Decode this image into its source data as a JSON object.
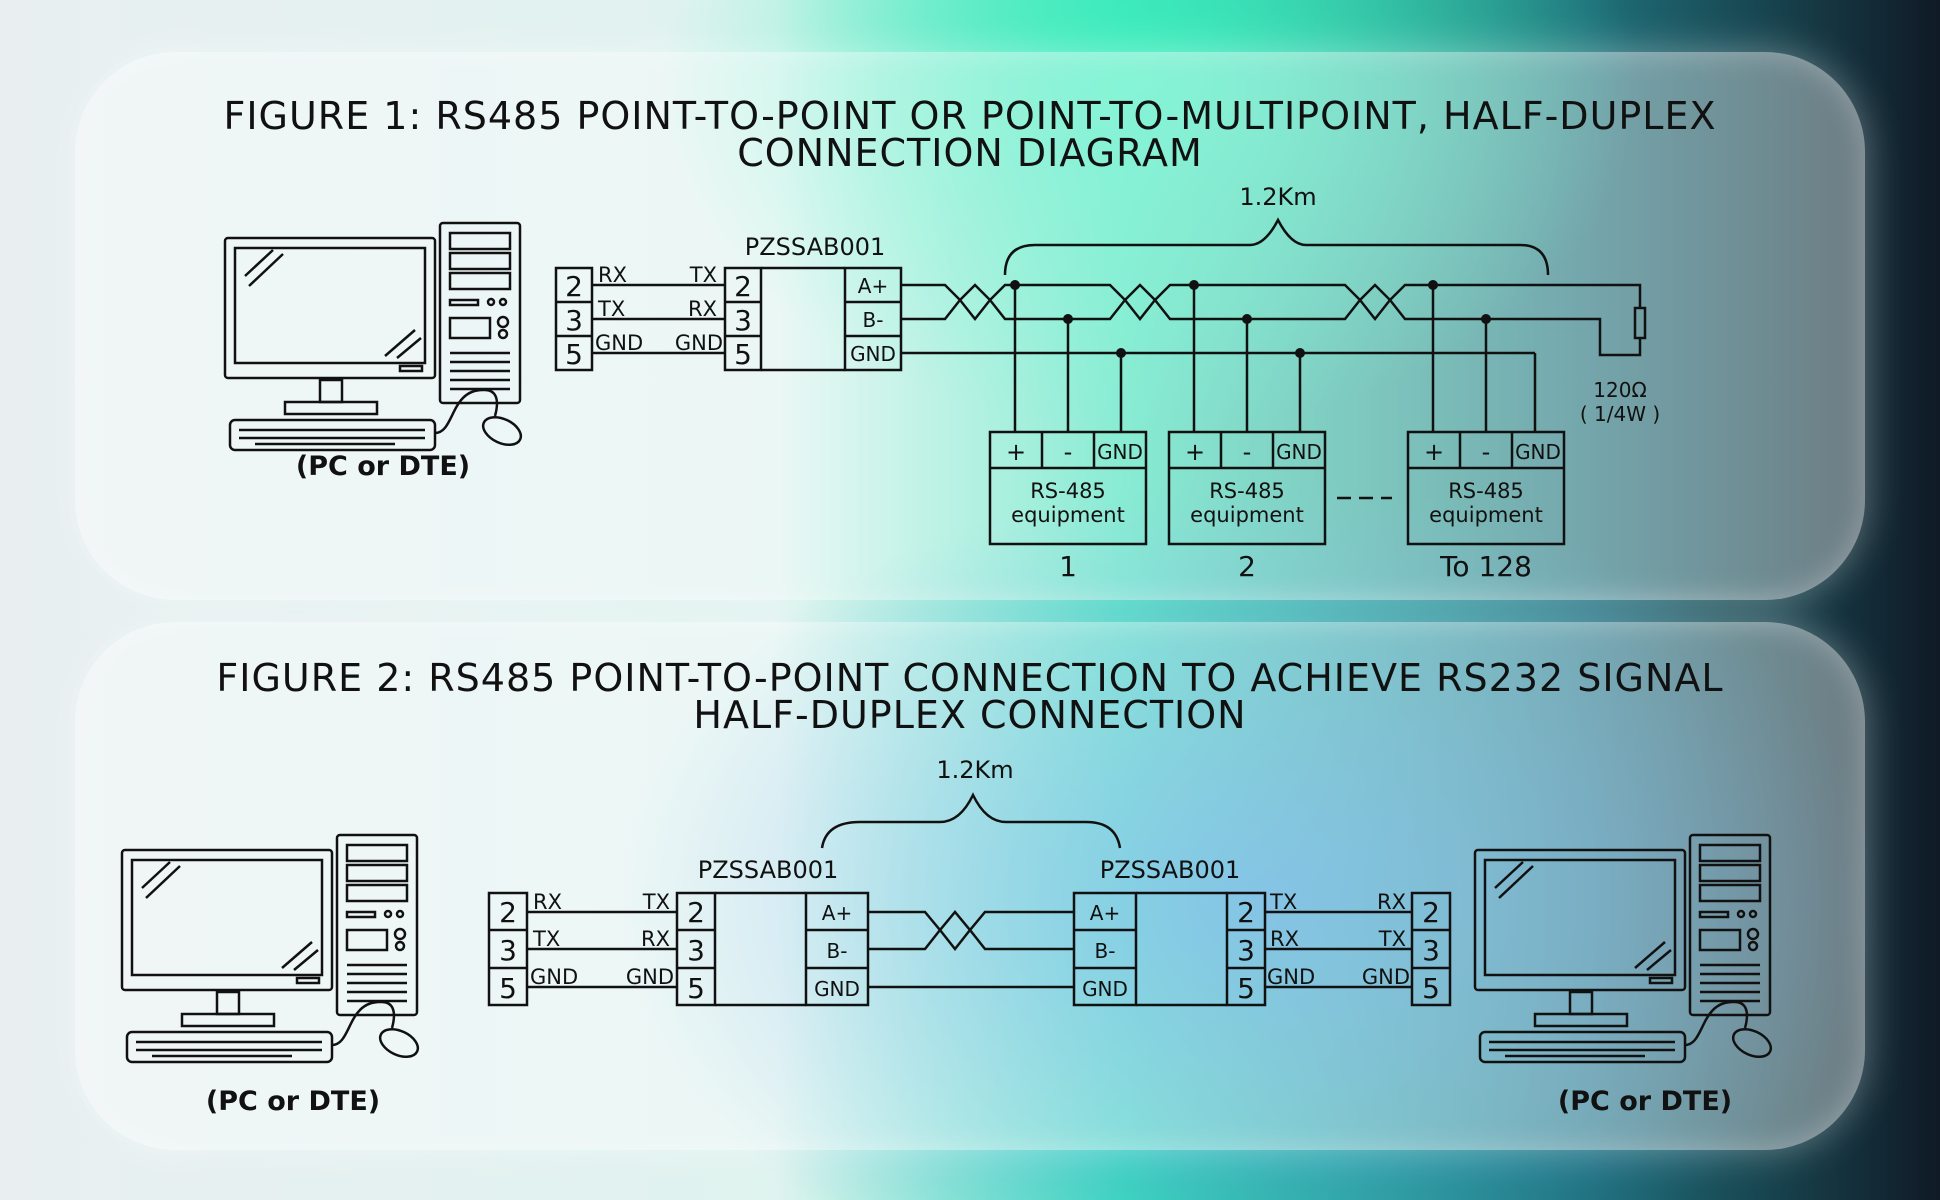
{
  "figure1": {
    "title_line1": "FIGURE 1: RS485 POINT-TO-POINT OR POINT-TO-MULTIPOINT, HALF-DUPLEX",
    "title_line2": "CONNECTION DIAGRAM",
    "distance": "1.2Km",
    "converter": "PZSSAB001",
    "pc_label": "(PC or DTE)",
    "db_pins": [
      "2",
      "3",
      "5"
    ],
    "pc_signals": [
      "RX",
      "TX",
      "GND"
    ],
    "conv_signals": [
      "TX",
      "RX",
      "GND"
    ],
    "conv_pins": [
      "2",
      "3",
      "5"
    ],
    "bus_terminals": [
      "A+",
      "B-",
      "GND"
    ],
    "resistor_line1": "120Ω",
    "resistor_line2": "( 1/4W )",
    "equipment": [
      {
        "terms": [
          "+",
          "-",
          "GND"
        ],
        "line1": "RS-485",
        "line2": "equipment",
        "index": "1"
      },
      {
        "terms": [
          "+",
          "-",
          "GND"
        ],
        "line1": "RS-485",
        "line2": "equipment",
        "index": "2"
      },
      {
        "terms": [
          "+",
          "-",
          "GND"
        ],
        "line1": "RS-485",
        "line2": "equipment",
        "index": "To 128"
      }
    ]
  },
  "figure2": {
    "title_line1": "FIGURE 2: RS485 POINT-TO-POINT CONNECTION TO ACHIEVE RS232 SIGNAL",
    "title_line2": "HALF-DUPLEX CONNECTION",
    "distance": "1.2Km",
    "converter_left": "PZSSAB001",
    "converter_right": "PZSSAB001",
    "pc_label_left": "(PC or DTE)",
    "pc_label_right": "(PC or DTE)",
    "db_pins": [
      "2",
      "3",
      "5"
    ],
    "left_pc_signals": [
      "RX",
      "TX",
      "GND"
    ],
    "left_conv_signals": [
      "TX",
      "RX",
      "GND"
    ],
    "right_conv_signals": [
      "TX",
      "RX",
      "GND"
    ],
    "right_pc_signals": [
      "RX",
      "TX",
      "GND"
    ],
    "bus_terminals": [
      "A+",
      "B-",
      "GND"
    ]
  },
  "colors": {
    "ink": "#111111",
    "accent_green": "#3ce0b8",
    "accent_blue": "#3c96e6",
    "dark": "#101a26"
  }
}
